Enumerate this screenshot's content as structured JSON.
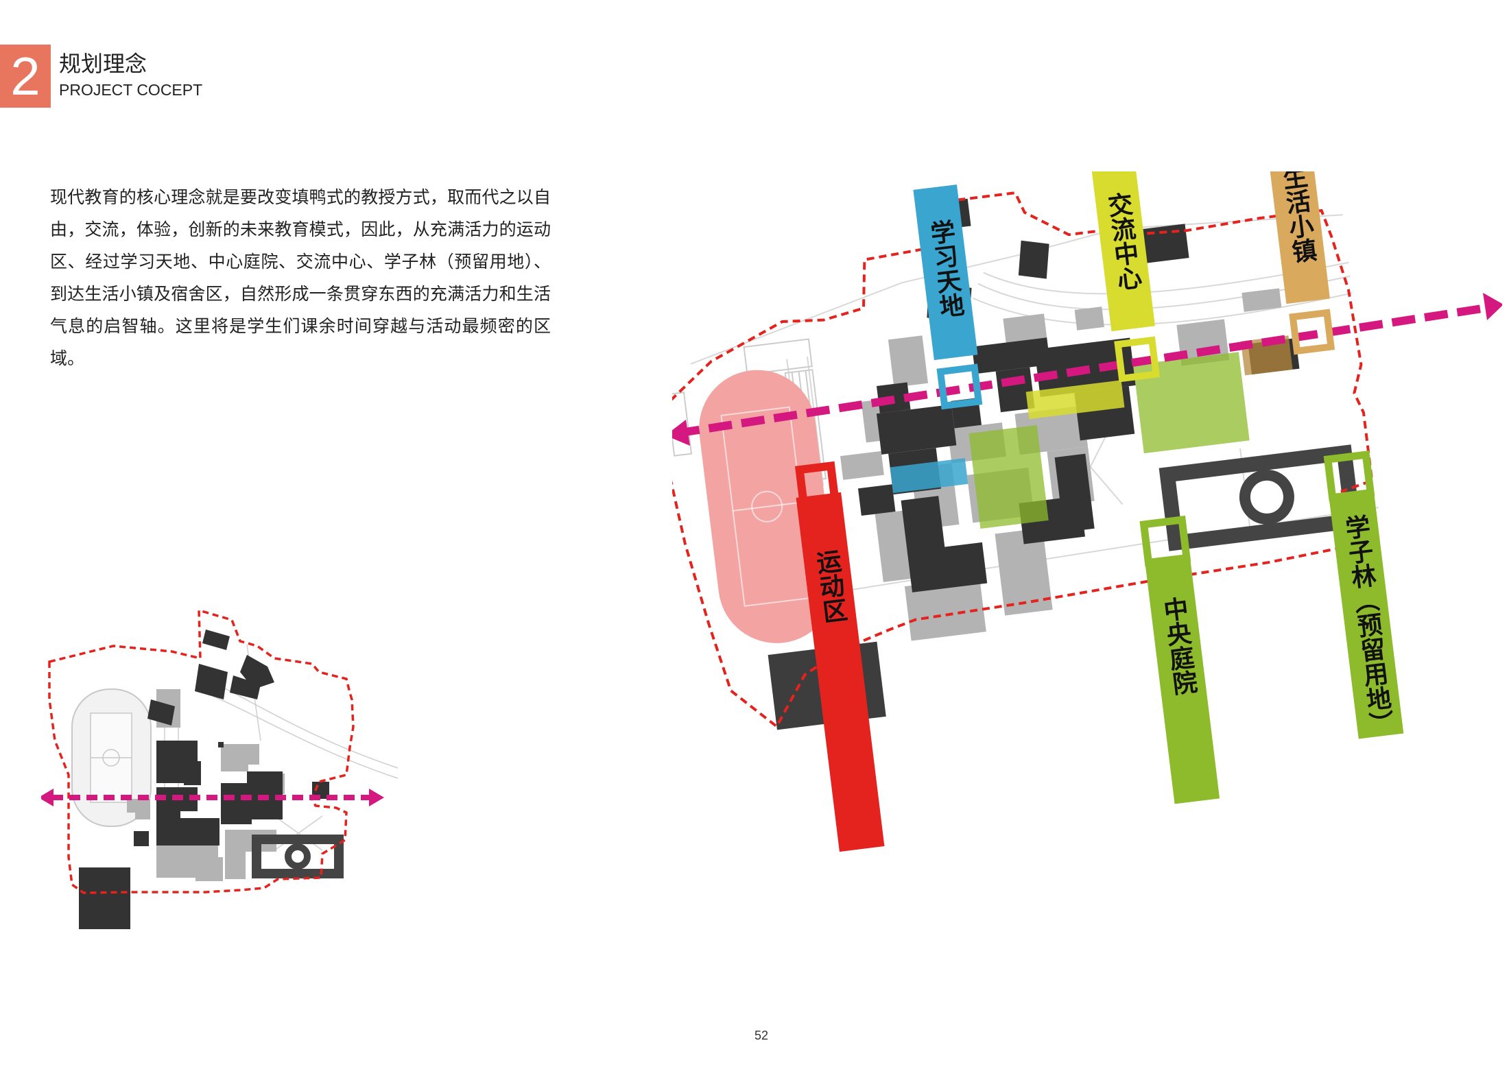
{
  "section": {
    "number": "2",
    "title_cn": "规划理念",
    "title_en": "PROJECT COCEPT"
  },
  "description": "现代教育的核心理念就是要改变填鸭式的教授方式，取而代之以自由，交流，体验，创新的未来教育模式，因此，从充满活力的运动区、经过学习天地、中心庭院、交流中心、学子林（预留用地）、到达生活小镇及宿舍区，自然形成一条贯穿东西的充满活力和生活气息的启智轴。这里将是学生们课余时间穿越与活动最频密的区域。",
  "zones": {
    "sports": {
      "label": "运动区",
      "color": "#e4231f"
    },
    "learning": {
      "label": "学习天地",
      "color": "#3aa6cf"
    },
    "exchange": {
      "label": "交流中心",
      "color": "#d7dc2f"
    },
    "living": {
      "label": "生活小镇",
      "color": "#d9a95e"
    },
    "courtyard": {
      "label": "中央庭院",
      "color": "#8dbb2c"
    },
    "forest": {
      "label": "学子林（预留用地）",
      "color": "#8dbb2c"
    }
  },
  "colors": {
    "axis": "#d4187f",
    "boundary": "#e4231f",
    "building_dark": "#3d3d3d",
    "building_light": "#b3b3b3"
  },
  "page_number": "52"
}
